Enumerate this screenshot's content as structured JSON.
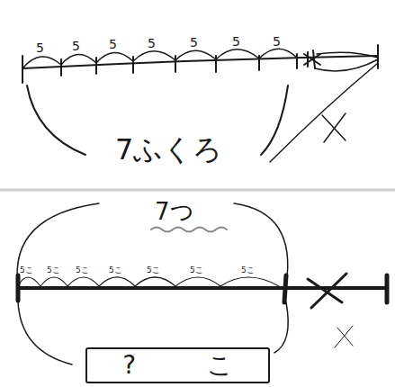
{
  "diagram": {
    "nodes": [
      {
        "text": [
          "?",
          "こ"
        ]
      }
    ],
    "labels": [
      "5",
      "5",
      "5",
      "5",
      "5",
      "5",
      "5",
      "7ふくろ",
      "7つ",
      "5こ",
      "5こ",
      "5こ",
      "5こ",
      "5こ",
      "5こ",
      "5こ"
    ]
  }
}
